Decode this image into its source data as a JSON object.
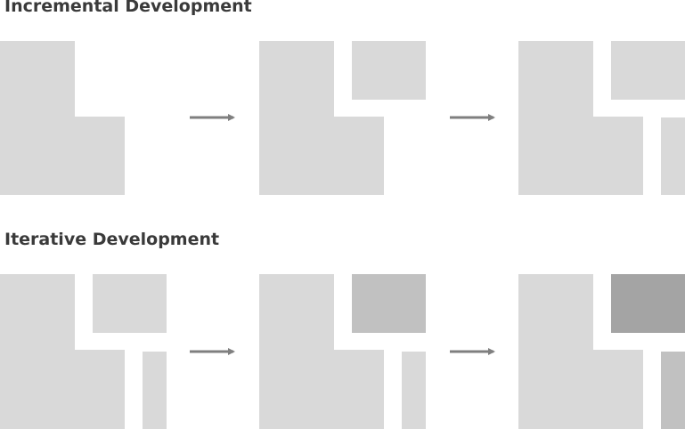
{
  "sections": {
    "incremental": {
      "title": "Incremental Development"
    },
    "iterative": {
      "title": "Iterative Development"
    }
  },
  "colors": {
    "background": "#ffffff",
    "title_text": "#3a3a3a",
    "block_light": "#d9d9d9",
    "block_medium": "#c1c1c1",
    "block_dark": "#a4a4a4",
    "arrow": "#7f7f7f"
  },
  "diagram": {
    "incremental_stages": [
      {
        "stage": 1,
        "blocks": [
          "L-shape"
        ]
      },
      {
        "stage": 2,
        "blocks": [
          "L-shape",
          "top-right box"
        ]
      },
      {
        "stage": 3,
        "blocks": [
          "L-shape",
          "top-right box",
          "bottom-right bar"
        ]
      }
    ],
    "iterative_stages": [
      {
        "stage": 1,
        "top_right_shade": "light",
        "bottom_right_shade": "light"
      },
      {
        "stage": 2,
        "top_right_shade": "medium",
        "bottom_right_shade": "light"
      },
      {
        "stage": 3,
        "top_right_shade": "dark",
        "bottom_right_shade": "medium"
      }
    ]
  }
}
